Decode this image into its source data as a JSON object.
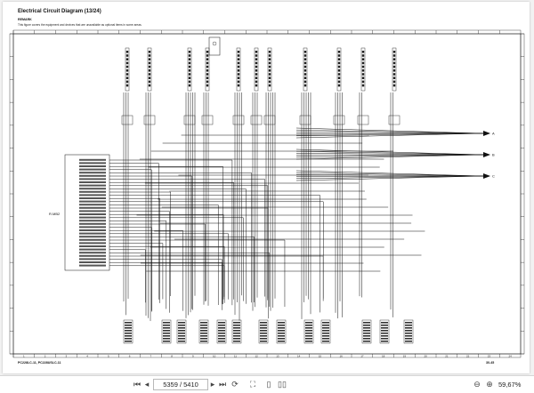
{
  "document": {
    "title": "Electrical Circuit Diagram (13/24)",
    "remark_label": "REMARK",
    "remark_text": "This figure covers the equipment and devices that are unavailable as optional items in some areas.",
    "footer_model": "PC228LC-11, PC228USLC-11",
    "footer_page": "30-45",
    "left_connector": "R.MB2",
    "grid_numbers": [
      "1",
      "2",
      "3",
      "4",
      "5",
      "6",
      "7",
      "8",
      "9",
      "10",
      "11",
      "12",
      "13",
      "14",
      "15",
      "16",
      "17",
      "18",
      "19",
      "20",
      "21",
      "22",
      "23",
      "24"
    ],
    "output_arrows": [
      "A",
      "B",
      "C"
    ]
  },
  "toolbar": {
    "page_value": "5359 / 5410",
    "zoom": "59,67%",
    "icons": [
      "first-page-icon",
      "prev-page-icon",
      "next-page-icon",
      "last-page-icon",
      "rotate-icon",
      "fit-page-icon",
      "single-page-icon",
      "two-page-icon",
      "zoom-out-icon",
      "zoom-in-icon"
    ]
  }
}
